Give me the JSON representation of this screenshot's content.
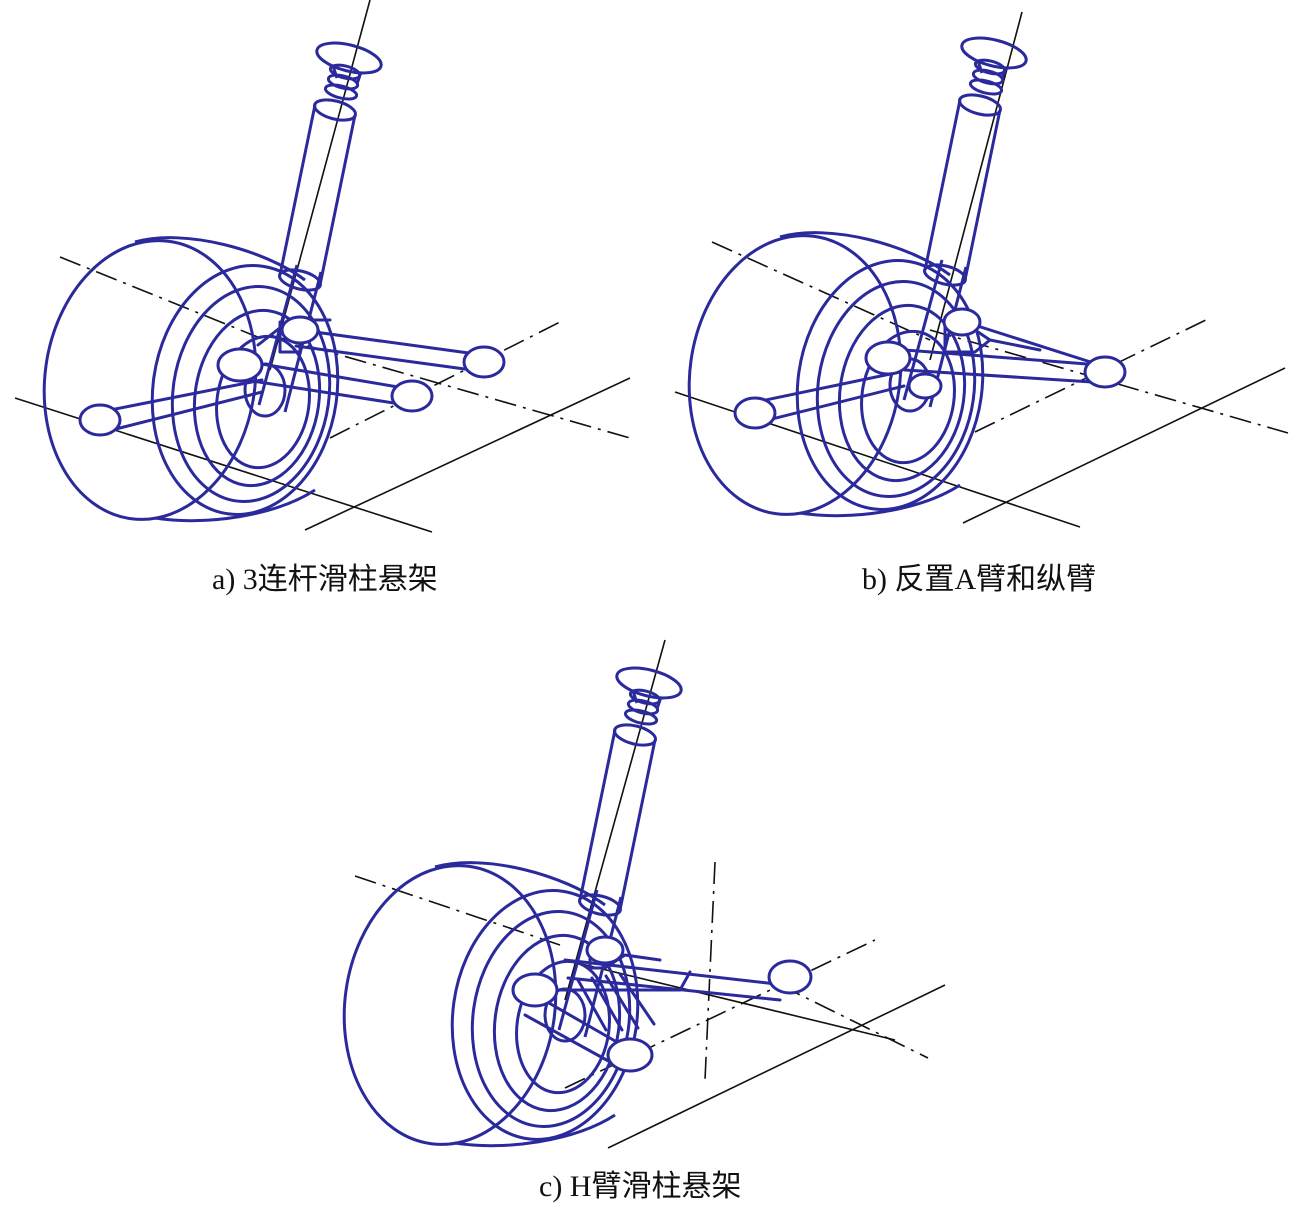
{
  "colors": {
    "part": "#2a2a9c",
    "reference": "#111111",
    "background": "#ffffff"
  },
  "panels": [
    {
      "id": "a",
      "caption": "a) 3连杆滑柱悬架"
    },
    {
      "id": "b",
      "caption": "b) 反置A臂和纵臂"
    },
    {
      "id": "c",
      "caption": "c) H臂滑柱悬架"
    }
  ]
}
